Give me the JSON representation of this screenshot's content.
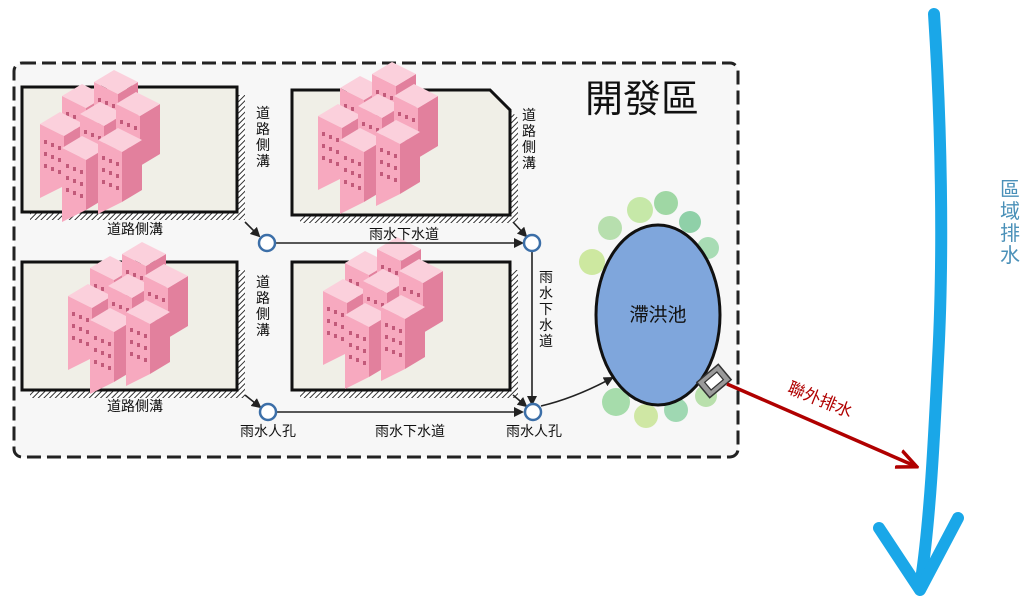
{
  "development_area": {
    "title": "開發區"
  },
  "labels": {
    "roadside_ditch": "道路側溝",
    "rainwater_sewer": "雨水下水道",
    "rainwater_manhole": "雨水人孔",
    "detention_pond": "滯洪池",
    "outfall_drainage": "聯外排水",
    "regional_drainage": "區域排水"
  },
  "colors": {
    "river": "#1aa7e8",
    "outfall_arrow": "#b00000",
    "pond_fill": "#7fa6dc",
    "building": "#f39ab2",
    "lot_fill": "#f0efe7",
    "area_fill": "#f7f7f7"
  }
}
